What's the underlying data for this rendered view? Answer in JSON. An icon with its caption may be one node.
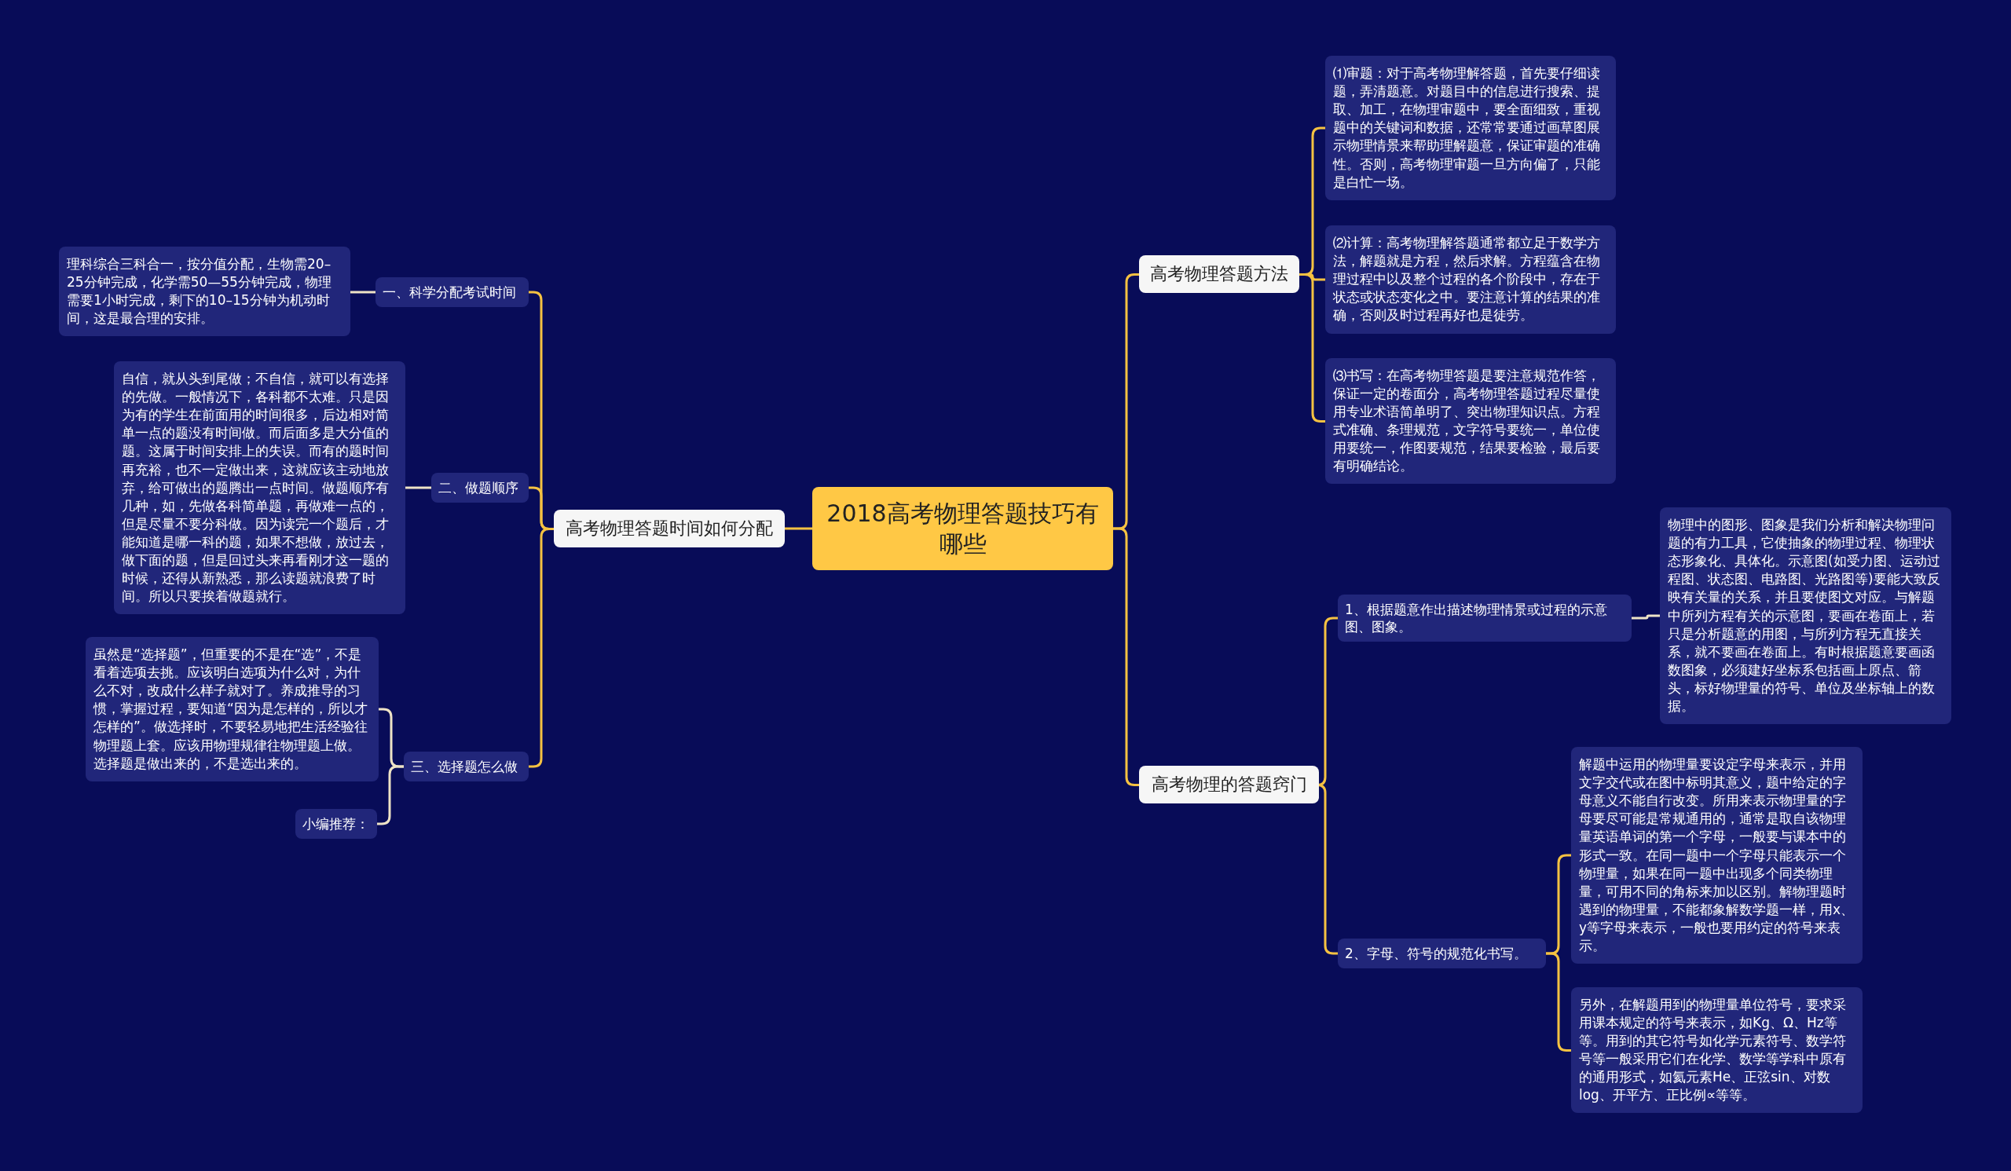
{
  "diagram": {
    "nodes": [
      {
        "text": [
          "2018高考物理答题技巧有哪些"
        ]
      },
      {
        "text": [
          "高考物理答题时间如何分配"
        ]
      },
      {
        "text": [
          "一、科学分配考试时间"
        ]
      },
      {
        "text": [
          "理科综合三科合一，按分值分配，生物需20–25分钟完成，化学需50—55分钟完成，物理需要1小时完成，剩下的10–15分钟为机动时间，这是最合理的安排。"
        ]
      },
      {
        "text": [
          "二、做题顺序"
        ]
      },
      {
        "text": [
          "自信，就从头到尾做；不自信，就可以有选择的先做。一般情况下，各科都不太难。只是因为有的学生在前面用的时间很多，后边相对简单一点的题没有时间做。而后面多是大分值的题。这属于时间安排上的失误。而有的题时间再充裕，也不一定做出来，这就应该主动地放弃，给可做出的题腾出一点时间。做题顺序有几种，如，先做各科简单题，再做难一点的，但是尽量不要分科做。因为读完一个题后，才能知道是哪一科的题，如果不想做，放过去，做下面的题，但是回过头来再看刚才这一题的时候，还得从新熟悉，那么读题就浪费了时间。所以只要挨着做题就行。"
        ]
      },
      {
        "text": [
          "三、选择题怎么做"
        ]
      },
      {
        "text": [
          "虽然是“选择题”，但重要的不是在“选”，不是看着选项去挑。应该明白选项为什么对，为什么不对，改成什么样子就对了。养成推导的习惯，掌握过程，要知道“因为是怎样的，所以才怎样的”。做选择时，不要轻易地把生活经验往物理题上套。应该用物理规律往物理题上做。选择题是做出来的，不是选出来的。"
        ]
      },
      {
        "text": [
          "小编推荐："
        ]
      },
      {
        "text": [
          "高考物理答题方法"
        ]
      },
      {
        "text": [
          "⑴审题：对于高考物理解答题，首先要仔细读题，弄清题意。对题目中的信息进行搜索、提取、加工，在物理审题中，要全面细致，重视题中的关键词和数据，还常常要通过画草图展示物理情景来帮助理解题意，保证审题的准确性。否则，高考物理审题一旦方向偏了，只能是白忙一场。"
        ]
      },
      {
        "text": [
          "⑵计算：高考物理解答题通常都立足于数学方法，解题就是方程，然后求解。方程蕴含在物理过程中以及整个过程的各个阶段中，存在于状态或状态变化之中。要注意计算的结果的准确，否则及时过程再好也是徒劳。"
        ]
      },
      {
        "text": [
          "⑶书写：在高考物理答题是要注意规范作答，保证一定的卷面分，高考物理答题过程尽量使用专业术语简单明了、突出物理知识点。方程式准确、条理规范，文字符号要统一，单位使用要统一，作图要规范，结果要检验，最后要有明确结论。"
        ]
      },
      {
        "text": [
          "高考物理的答题窍门"
        ]
      },
      {
        "text": [
          "1、根据题意作出描述物理情景或过程的示意图、图象。"
        ]
      },
      {
        "text": [
          "物理中的图形、图象是我们分析和解决物理问题的有力工具，它使抽象的物理过程、物理状态形象化、具体化。示意图(如受力图、运动过程图、状态图、电路图、光路图等)要能大致反映有关量的关系，并且要使图文对应。与解题中所列方程有关的示意图，要画在卷面上，若只是分析题意的用图，与所列方程无直接关系，就不要画在卷面上。有时根据题意要画函数图象，必须建好坐标系包括画上原点、箭头，标好物理量的符号、单位及坐标轴上的数据。"
        ]
      },
      {
        "text": [
          "2、字母、符号的规范化书写。"
        ]
      },
      {
        "text": [
          "解题中运用的物理量要设定字母来表示，并用文字交代或在图中标明其意义，题中给定的字母意义不能自行改变。所用来表示物理量的字母要尽可能是常规通用的，通常是取自该物理量英语单词的第一个字母，一般要与课本中的形式一致。在同一题中一个字母只能表示一个物理量，如果在同一题中出现多个同类物理量，可用不同的角标来加以区别。解物理题时遇到的物理量，不能都象解数学题一样，用x、y等字母来表示，一般也要用约定的符号来表示。"
        ]
      },
      {
        "text": [
          "另外，在解题用到的物理量单位符号，要求采用课本规定的符号来表示，如Kg、Ω、Hz等等。用到的其它符号如化学元素符号、数学符号等一般采用它们在化学、数学等学科中原有的通用形式，如氦元素He、正弦sin、对数log、开平方、正比例∝等等。"
        ]
      }
    ],
    "edges": [
      {
        "from": 0,
        "to": 1,
        "arrow": "none"
      },
      {
        "from": 1,
        "to": 2,
        "arrow": "none"
      },
      {
        "from": 1,
        "to": 4,
        "arrow": "none"
      },
      {
        "from": 1,
        "to": 6,
        "arrow": "none"
      },
      {
        "from": 2,
        "to": 3,
        "arrow": "none",
        "color": "#eee3c6"
      },
      {
        "from": 4,
        "to": 5,
        "arrow": "none",
        "color": "#eee3c6"
      },
      {
        "from": 6,
        "to": 7,
        "arrow": "none",
        "color": "#eee3c6"
      },
      {
        "from": 6,
        "to": 8,
        "arrow": "none",
        "color": "#eee3c6"
      },
      {
        "from": 0,
        "to": 9,
        "arrow": "none"
      },
      {
        "from": 0,
        "to": 13,
        "arrow": "none"
      },
      {
        "from": 9,
        "to": 10,
        "arrow": "none"
      },
      {
        "from": 9,
        "to": 11,
        "arrow": "none"
      },
      {
        "from": 9,
        "to": 12,
        "arrow": "none"
      },
      {
        "from": 13,
        "to": 14,
        "arrow": "none"
      },
      {
        "from": 13,
        "to": 16,
        "arrow": "none"
      },
      {
        "from": 14,
        "to": 15,
        "arrow": "none",
        "color": "#eee3c6"
      },
      {
        "from": 16,
        "to": 17,
        "arrow": "none"
      },
      {
        "from": 16,
        "to": 18,
        "arrow": "none"
      }
    ]
  }
}
